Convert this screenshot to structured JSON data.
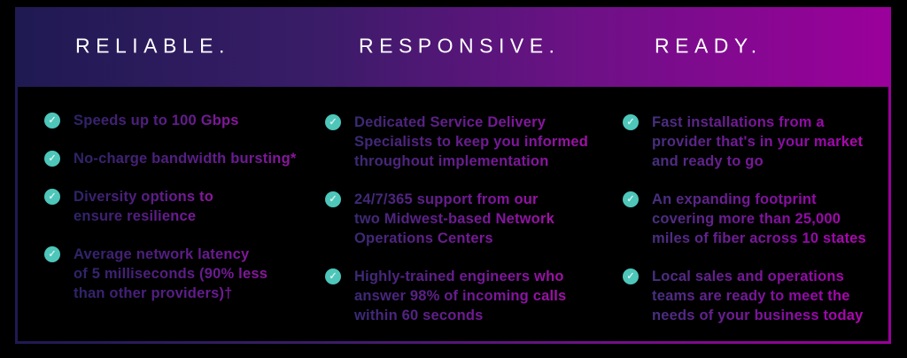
{
  "meta": {
    "description": "Three-column dark marketing infographic with gradient header band",
    "colors": {
      "background": "#000000",
      "gradient_start": "#1f1a52",
      "gradient_end": "#9b009b",
      "bullet_teal": "#4ec6ba",
      "header_text": "#ffffff"
    }
  },
  "header": {
    "titles": [
      {
        "label": "RELIABLE."
      },
      {
        "label": "RESPONSIVE."
      },
      {
        "label": "READY."
      }
    ]
  },
  "icons": {
    "bullet_check": "✓"
  },
  "columns": [
    {
      "name": "reliable",
      "items": [
        {
          "text": "Speeds up to 100 Gbps"
        },
        {
          "text": "No-charge bandwidth bursting*"
        },
        {
          "text": "Diversity options to\nensure resilience"
        },
        {
          "text": "Average network latency\nof 5 milliseconds (90% less\nthan other providers)†"
        }
      ]
    },
    {
      "name": "responsive",
      "items": [
        {
          "text": "Dedicated Service Delivery\nSpecialists to keep you informed\nthroughout implementation"
        },
        {
          "text": "24/7/365 support from our\ntwo Midwest-based Network\nOperations Centers"
        },
        {
          "text": "Highly-trained engineers who\nanswer 98% of incoming calls\nwithin 60 seconds"
        }
      ]
    },
    {
      "name": "ready",
      "items": [
        {
          "text": "Fast installations from a\nprovider that's in your market\nand ready to go"
        },
        {
          "text": "An expanding footprint\ncovering more than 25,000\nmiles of fiber across 10 states"
        },
        {
          "text": "Local sales and operations\nteams are ready to meet the\nneeds of your business today"
        }
      ]
    }
  ]
}
